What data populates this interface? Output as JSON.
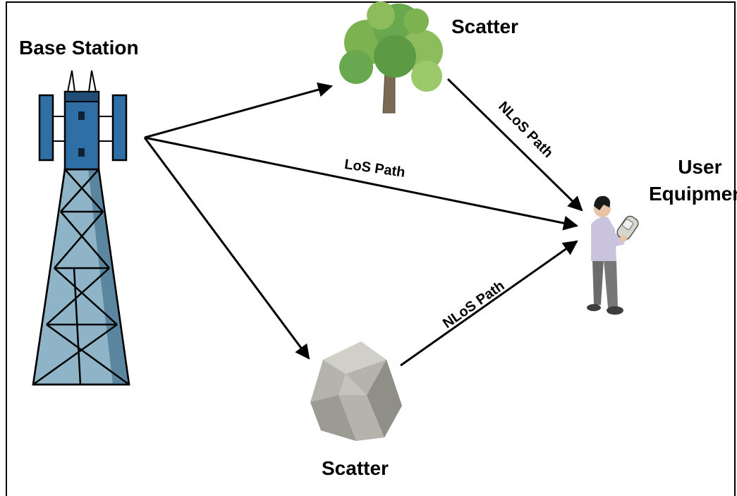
{
  "labels": {
    "base_station": "Base Station",
    "scatter_top": "Scatter",
    "scatter_bottom": "Scatter",
    "user_equipment_line1": "User",
    "user_equipment_line2": "Equipment"
  },
  "paths": {
    "los": "LoS Path",
    "nlos_top": "NLoS Path",
    "nlos_bottom": "NLoS Path"
  },
  "icons": {
    "tower": "cell-tower-icon",
    "tree": "tree-icon",
    "rock": "rock-icon",
    "person": "person-with-phone-icon"
  },
  "colors": {
    "tower_blue": "#2f6fa6",
    "tower_lattice": "#8fb4c8",
    "tree_green": "#6aa84f",
    "rock_gray": "#a7a79f",
    "shirt": "#c9c3de",
    "pants": "#6b6b6b"
  }
}
